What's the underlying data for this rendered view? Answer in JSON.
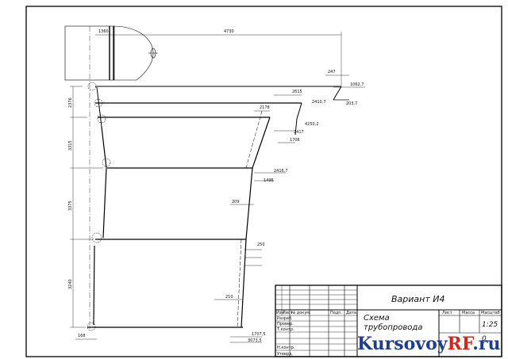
{
  "variant": "Вариант И4",
  "drawing_title": [
    "Схема",
    "трубопровода"
  ],
  "scale": "1:25",
  "sheet_value": "0",
  "stamp_headers": {
    "letter": "Лист",
    "mass": "Масса",
    "scale": "Масштаб",
    "change": "Изм",
    "sheet": "Лист",
    "doc_no": "№ докум.",
    "signature": "Подп.",
    "date": "Дата"
  },
  "stamp_roles": [
    "Разраб.",
    "Провер.",
    "Т.контр.",
    "Н.контр.",
    "Утверд."
  ],
  "dimensions": {
    "top_length": "4730",
    "top_short": "1360",
    "right_1": "247",
    "right_2": "1062,7",
    "right_3": "2410,7",
    "right_4": "203,7",
    "mid_1": "2615",
    "mid_2": "2178",
    "mid_3": "4250,2",
    "mid_4": "2417",
    "mid_5": "1706",
    "mid_6": "2416,7",
    "mid_7": "1496",
    "vert_1": "2376",
    "vert_2": "3315",
    "vert_3": "3375",
    "vert_4": "3240",
    "lower_1": "209",
    "lower_2": "1707,5",
    "lower_3": "3073,5",
    "small_1": "168",
    "small_2": "210",
    "small_3": "250"
  },
  "watermark": {
    "part1": "Kursovoy",
    "part2": "RF",
    "part3": ".ru",
    "color_main": "#1f3d8f",
    "color_accent": "#d4261c"
  }
}
